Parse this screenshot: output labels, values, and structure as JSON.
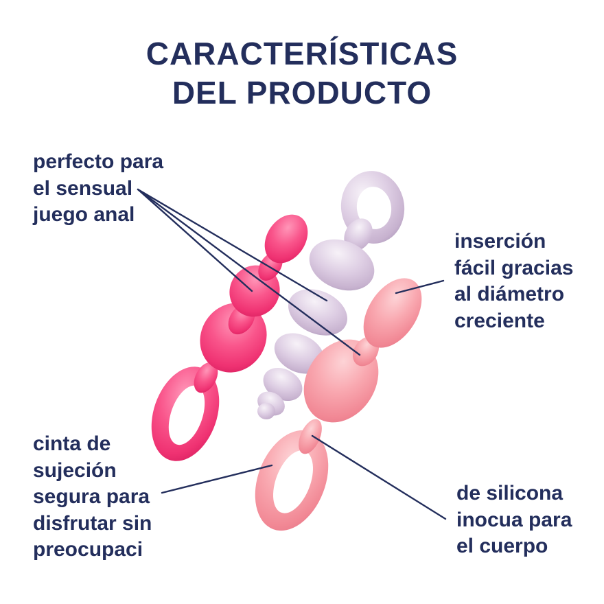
{
  "title": {
    "line1": "CARACTERÍSTICAS",
    "line2": "DEL PRODUCTO"
  },
  "annotations": {
    "anal_play": {
      "lines": [
        "perfecto para",
        "el sensual",
        "juego anal"
      ]
    },
    "insertion": {
      "lines": [
        "inserción",
        "fácil gracias",
        "al diámetro",
        "creciente"
      ]
    },
    "strap": {
      "lines": [
        "cinta de",
        "sujeción",
        "segura para",
        "disfrutar sin",
        "preocupaci"
      ]
    },
    "silicone": {
      "lines": [
        "de silicona",
        "inocua para",
        "el cuerpo"
      ]
    }
  },
  "products": {
    "pink_beaded_plug": {
      "color": "#f74a82"
    },
    "lilac_spiral_plug": {
      "color": "#d9c9e0"
    },
    "salmon_bulb_plug": {
      "color": "#f8a3ac"
    }
  },
  "colors": {
    "text_navy": "#232e5c",
    "background": "#ffffff",
    "callout_line": "#232e5c"
  }
}
